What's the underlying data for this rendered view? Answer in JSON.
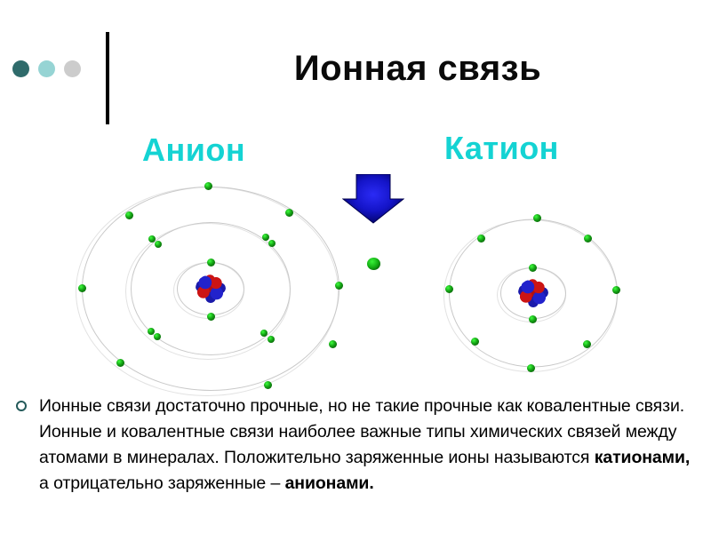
{
  "slide": {
    "title": "Ионная связь",
    "decor_dots": [
      {
        "name": "dot-dark-teal",
        "color": "#2f6b6b"
      },
      {
        "name": "dot-light-teal",
        "color": "#96d4d4"
      },
      {
        "name": "dot-gray",
        "color": "#cccccc"
      }
    ],
    "title_rule_color": "#000000"
  },
  "figures": {
    "anion": {
      "label": "Анион",
      "label_color": "#14d3d3",
      "shells": [
        {
          "name": "inner-shell",
          "electrons": 2
        },
        {
          "name": "middle-shell",
          "electrons": 8
        },
        {
          "name": "outer-shell",
          "electrons": 8
        }
      ],
      "nucleus": {
        "name": "nucleus",
        "proton_color": "#cc1414",
        "neutron_color": "#2222cc"
      }
    },
    "cation": {
      "label": "Катион",
      "label_color": "#14d3d3",
      "shells": [
        {
          "name": "inner-shell",
          "electrons": 2
        },
        {
          "name": "outer-shell",
          "electrons": 8
        }
      ],
      "nucleus": {
        "name": "nucleus",
        "proton_color": "#cc1414",
        "neutron_color": "#2222cc"
      }
    },
    "transfer_arrow": {
      "name": "transfer-arrow",
      "direction": "down",
      "color": "#0000cc"
    },
    "free_electron": {
      "name": "free-electron",
      "color": "#14b014"
    }
  },
  "body": {
    "bullet_color": "#245a5a",
    "paragraph_parts": [
      {
        "text": "Ионные связи достаточно прочные, но не такие прочные как ковалентные связи. Ионные и ковалентные связи наиболее важные типы химических связей между атомами в минералах. Положительно заряженные ионы называются ",
        "bold": false
      },
      {
        "text": "катионами,",
        "bold": true
      },
      {
        "text": " а отрицательно заряженные – ",
        "bold": false
      },
      {
        "text": "анионами.",
        "bold": true
      }
    ],
    "paragraph_plain": "Ионные связи достаточно прочные, но не такие прочные как ковалентные связи. Ионные и ковалентные связи наиболее важные типы химических связей между атомами в минералах. Положительно заряженные ионы называются катионами, а отрицательно заряженные – анионами."
  }
}
